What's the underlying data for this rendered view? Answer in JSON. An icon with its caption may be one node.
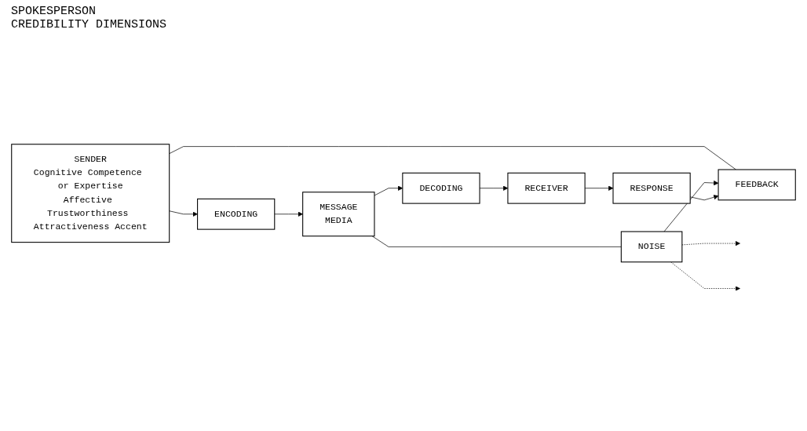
{
  "diagram": {
    "title": "SPOKESPERSON CREDIBILITY DIMENSIONS",
    "nodes": [
      {
        "text": [
          "SENDER",
          "Cognitive Competence or Expertise",
          "Affective Trustworthiness Attractiveness Accent"
        ]
      },
      {
        "text": [
          "ENCODING"
        ]
      },
      {
        "text": [
          "MESSAGE",
          "MEDIA"
        ]
      },
      {
        "text": [
          "DECODING"
        ]
      },
      {
        "text": [
          "RECEIVER"
        ]
      },
      {
        "text": [
          "NOISE"
        ]
      },
      {
        "text": [
          "FEEDBACK"
        ]
      },
      {
        "text": [
          "RESPONSE"
        ]
      }
    ],
    "edges": [
      {
        "from": 0,
        "to": 1,
        "arrow": "to"
      },
      {
        "from": 1,
        "to": 2,
        "arrow": "to"
      },
      {
        "from": 2,
        "to": 3,
        "arrow": "to"
      },
      {
        "from": 3,
        "to": 4,
        "arrow": "to"
      },
      {
        "from": 4,
        "to": 7,
        "arrow": "to"
      },
      {
        "from": 7,
        "to": 6,
        "arrow": "to"
      },
      {
        "from": 2,
        "to": 5,
        "arrow": "none"
      },
      {
        "from": 5,
        "to": 6,
        "arrow": "to"
      },
      {
        "from": 6,
        "to": 0,
        "arrow": "none"
      },
      {
        "from": 5,
        "to": null,
        "arrow": "to",
        "style": "dashed"
      },
      {
        "from": 5,
        "to": null,
        "arrow": "to",
        "style": "dashed"
      }
    ]
  }
}
